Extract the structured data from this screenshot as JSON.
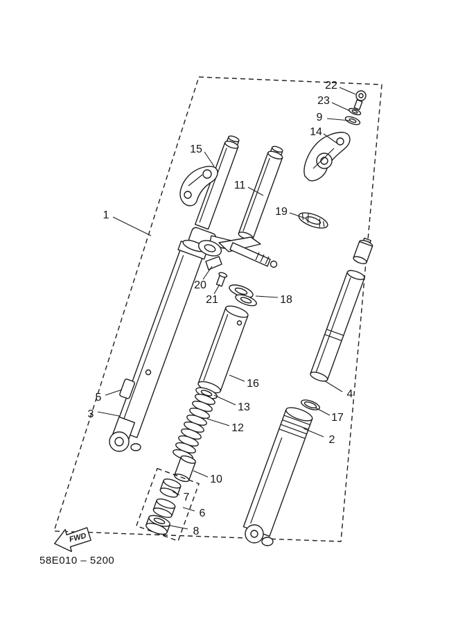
{
  "diagram": {
    "title": "front-fork-exploded-parts-diagram",
    "footer_code": "58E010 – 5200",
    "fwd_label": "FWD",
    "callouts": [
      {
        "id": "1",
        "label": "1"
      },
      {
        "id": "2",
        "label": "2"
      },
      {
        "id": "3",
        "label": "3"
      },
      {
        "id": "4",
        "label": "4"
      },
      {
        "id": "5",
        "label": "5"
      },
      {
        "id": "6",
        "label": "6"
      },
      {
        "id": "7",
        "label": "7"
      },
      {
        "id": "8",
        "label": "8"
      },
      {
        "id": "9",
        "label": "9"
      },
      {
        "id": "10",
        "label": "10"
      },
      {
        "id": "11",
        "label": "11"
      },
      {
        "id": "12",
        "label": "12"
      },
      {
        "id": "13",
        "label": "13"
      },
      {
        "id": "14",
        "label": "14"
      },
      {
        "id": "15",
        "label": "15"
      },
      {
        "id": "16",
        "label": "16"
      },
      {
        "id": "17",
        "label": "17"
      },
      {
        "id": "18",
        "label": "18"
      },
      {
        "id": "19",
        "label": "19"
      },
      {
        "id": "20",
        "label": "20"
      },
      {
        "id": "21",
        "label": "21"
      },
      {
        "id": "22",
        "label": "22"
      },
      {
        "id": "23",
        "label": "23"
      }
    ]
  }
}
